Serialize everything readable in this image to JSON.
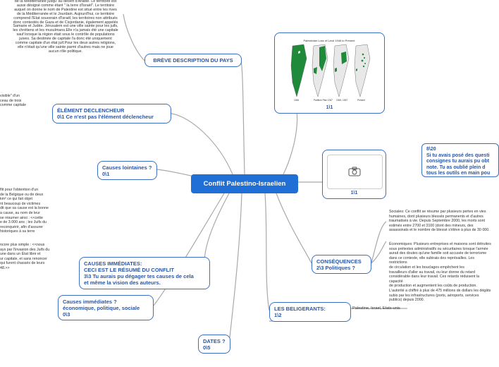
{
  "central_topic": "Conflit Palestino-Israelien",
  "nodes": {
    "breve_description": "BRÈVE DESCRIPTION DU PAYS",
    "element_declencheur": "ÉLÉMENT DECLENCHEUR\n0\\1 Ce n'est pas l'élément déclencheur",
    "causes_lointaines": "Causes lointaines ?\n0\\1",
    "causes_immediates_title": "CAUSES IMMÉDIATES:\nCECI EST LE RÉSUMÉ DU CONFLIT\n3\\3 Tu aurais pu dégager tes causes de cela\net même la vision des auteurs.",
    "causes_immediates_types": "Causes immédiates ?\néconomique, politique, sociale\n0\\3",
    "dates": "DATES ?\n0\\5",
    "consequences": "CONSÉQUENCES\n2\\3 Politiques ?",
    "belligerants": "LES BELIGERANTS:\n1\\2"
  },
  "texts": {
    "description_body": "de la Méditerranée jusqu' au désert d'Arabie. Le territoire est\naussi désigné comme étant \" la terre d'Israël\". Le territoire\nauquel on donne le nom de Palestine est situé entre les rives\nde la Méditerranée et le Jourdain. Aujourd'hui, ce territoire\ncomprend l'Etat souverain d'Israël, les territoires non attribués\ndonc contestés de Gaza et de Cisjordanie, également appelés\nSamarie et Judée. Jérusalem est une ville sainte pour les juifs,\nles chrétiens et les musulmans.Elle n'a jamais été une capitale\nsauf lorsque la région était sous le contrôle de populations\njuives. Sa destinée de capitale l'a donc été uniquement\ncomme capitale d'un état juif.Pour les deux autres religions,\nelle n'était qu'une ville sainte parmi d'autres mais ne joue\naucun rôle politique.",
    "declencheur_fragment": "visible\" d'un\nceau de trois\ncomme capitale",
    "lointaines_fragment": "flit pour l'obtention d'un\nde la Belgique ou de deux\nkm² ce qui fait objet\nnt beaucoup de victimes\ndit que sa cause est la bonne\na cause, au nom de leur\nse résumer ainsi : <<cette\ne de 3.000 ans ; les Juifs du\nreconquérir, afin d'assurer\nhistoriques à sa terre",
    "immediates_fragment": "ncore plus simple : <<nous\nays par l'invasion des Juifs du\nune dans un État libre et\nur capitale, et sans renoncer\nqui furent chassés de leurs\n48.>>",
    "sociales": "Sociales: Ce conflit se résume par plusieurs pertes en vies\nhumaines, dont plusieurs blessés permanents et d'autres\ntraumatisés à vie. Depuis Septembre 2000, les morts sont\nestimés entre 2700 et 3100 (dont des mineurs, des\nassassinats et le nombre de blessé s'élève à plus de 30 000.",
    "economiques": "Économiques: Plusieurs entreprises et maisons sont détruites\nsous prétextes administratifs ou sécuritaires lorsque l'armée\naurait des doutes qu'une famille soit accusée de terrorisme\ndans ce contexte, elle subirais des représailles. Les restrictions\nde circulation et les bouclages empêchent les\ntravailleurs d'aller au travail, ou leur donne du retard\nconsidérable dans leur travail. Ces retards réduisent la capacité\nde production et augmentent les coûts de production.\nL'autorité a chiffré à plus de 475 millions de dollars les dégâts\nsubis par les infrastructures (ports, aéroports, services\npublics) depuis 2000.",
    "beligerants_list": "Palestine, Israel, Etats-unis"
  },
  "map_card": {
    "image_title": "Palestinian Loss of Land 1946 to Present",
    "label": "1\\1",
    "map_labels": [
      "1946",
      "Partition\nPlan 1947",
      "1949-\n1967",
      "Present"
    ]
  },
  "photo_card": {
    "label": "1\\1"
  },
  "note": "8\\20\nSi tu avais posé des questi\nconsignes tu aurais pu obt\nnote. Tu as oublié plein d\ntous les outils en main pou",
  "colors": {
    "accent": "#1f6fd6",
    "border": "#3a6fc4",
    "line": "#a9a9a9",
    "land_green": "#1f8a3a"
  }
}
